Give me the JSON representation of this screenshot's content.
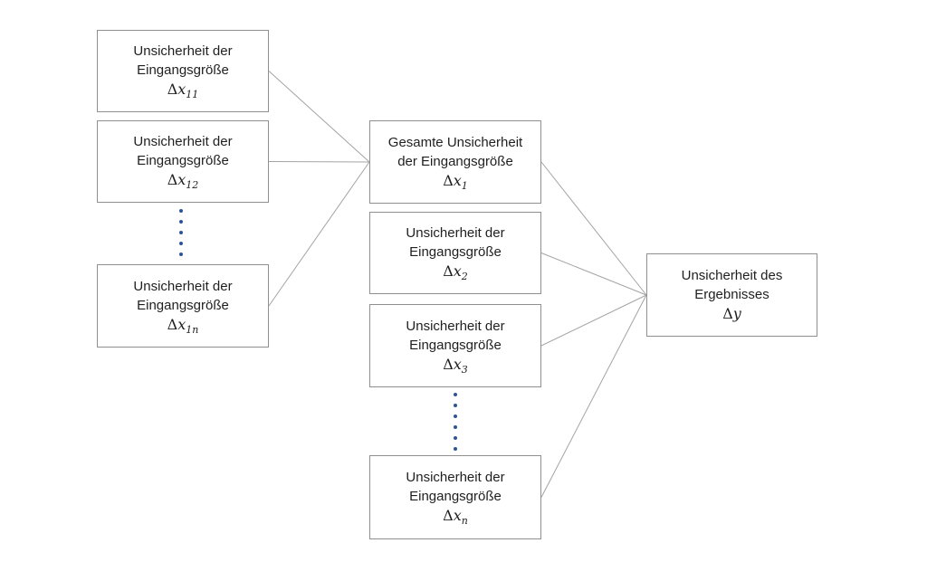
{
  "diagram": {
    "colors": {
      "background": "#ffffff",
      "box_border": "#8f8f8f",
      "connector_line": "#a3a3a3",
      "text": "#1f1f1f",
      "ellipsis_dot": "#2f5496"
    },
    "boxes": {
      "l1": {
        "lines": [
          "Unsicherheit der",
          "Eingangsgröße"
        ],
        "math": {
          "delta": "Δ",
          "variable": "x",
          "subscript": "11"
        }
      },
      "l2": {
        "lines": [
          "Unsicherheit der",
          "Eingangsgröße"
        ],
        "math": {
          "delta": "Δ",
          "variable": "x",
          "subscript": "12"
        }
      },
      "l3": {
        "lines": [
          "Unsicherheit der",
          "Eingangsgröße"
        ],
        "math": {
          "delta": "Δ",
          "variable": "x",
          "subscript": "1n"
        }
      },
      "m1": {
        "lines": [
          "Gesamte Unsicherheit",
          "der Eingangsgröße"
        ],
        "math": {
          "delta": "Δ",
          "variable": "x",
          "subscript": "1"
        }
      },
      "m2": {
        "lines": [
          "Unsicherheit der",
          "Eingangsgröße"
        ],
        "math": {
          "delta": "Δ",
          "variable": "x",
          "subscript": "2"
        }
      },
      "m3": {
        "lines": [
          "Unsicherheit der",
          "Eingangsgröße"
        ],
        "math": {
          "delta": "Δ",
          "variable": "x",
          "subscript": "3"
        }
      },
      "m4": {
        "lines": [
          "Unsicherheit der",
          "Eingangsgröße"
        ],
        "math": {
          "delta": "Δ",
          "variable": "x",
          "subscript": "n"
        }
      },
      "r1": {
        "lines": [
          "Unsicherheit des",
          "Ergebnisses"
        ],
        "math": {
          "delta": "Δ",
          "variable": "y",
          "subscript": ""
        }
      }
    },
    "connectors": [
      {
        "from": "l1",
        "to": "m1"
      },
      {
        "from": "l2",
        "to": "m1"
      },
      {
        "from": "l3",
        "to": "m1"
      },
      {
        "from": "m1",
        "to": "r1"
      },
      {
        "from": "m2",
        "to": "r1"
      },
      {
        "from": "m3",
        "to": "r1"
      },
      {
        "from": "m4",
        "to": "r1"
      }
    ],
    "ellipses": [
      {
        "target": "dots-left",
        "count": 5
      },
      {
        "target": "dots-middle",
        "count": 6
      }
    ]
  }
}
